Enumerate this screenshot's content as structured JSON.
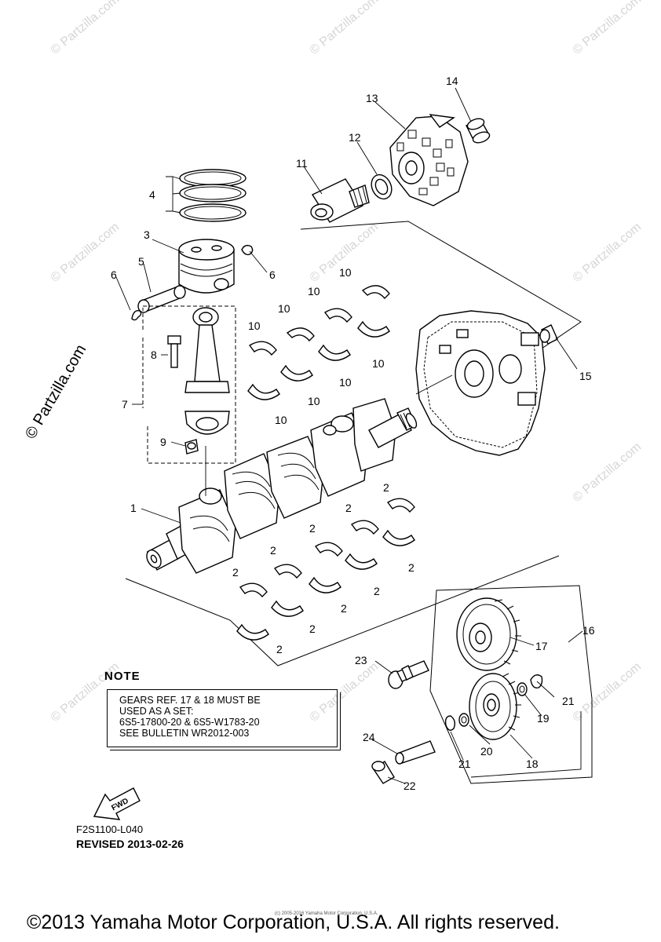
{
  "watermark": "© Partzilla.com",
  "callouts": {
    "c1": "1",
    "c2": "2",
    "c3": "3",
    "c4": "4",
    "c5": "5",
    "c6": "6",
    "c7": "7",
    "c8": "8",
    "c9": "9",
    "c10": "10",
    "c11": "11",
    "c12": "12",
    "c13": "13",
    "c14": "14",
    "c15": "15",
    "c16": "16",
    "c17": "17",
    "c18": "18",
    "c19": "19",
    "c20": "20",
    "c21": "21",
    "c22": "22",
    "c23": "23",
    "c24": "24"
  },
  "note": {
    "title": "NOTE",
    "lines": [
      "GEARS REF. 17 & 18 MUST BE",
      "USED AS A SET:",
      "6S5-17800-20 & 6S5-W1783-20",
      "SEE BULLETIN WR2012-003"
    ]
  },
  "fwd_label": "FWD",
  "drawing_code": "F2S1100-L040",
  "revised": "REVISED 2013-02-26",
  "tiny_copyright": "(c) 2005-2016 Yamaha Motor Corporation, U.S.A.",
  "footer_copyright": "©2013 Yamaha Motor Corporation, U.S.A. All rights reserved."
}
